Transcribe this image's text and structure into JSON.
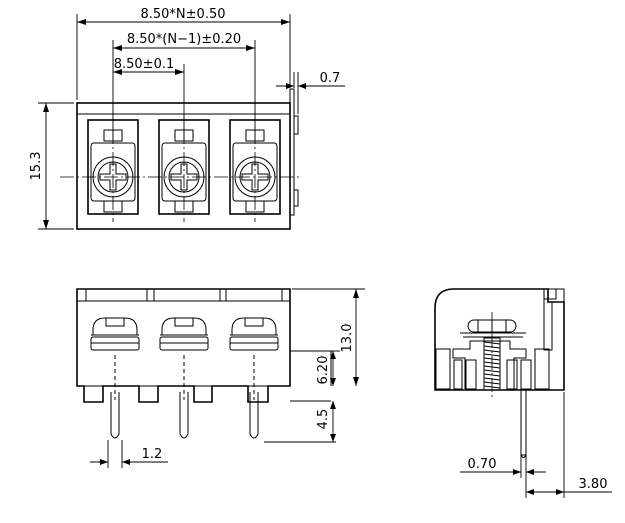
{
  "dimensions": {
    "total_width": "8.50*N±0.50",
    "span_width": "8.50*(N−1)±0.20",
    "pitch": "8.50±0.1",
    "pin_offset": "0.7",
    "height_top_view": "15.3",
    "body_height": "13.0",
    "body_lower": "6.20",
    "pin_length": "4.5",
    "pin_width": "1.2",
    "pin_thickness": "0.70",
    "pin_pitch_side": "3.80"
  }
}
